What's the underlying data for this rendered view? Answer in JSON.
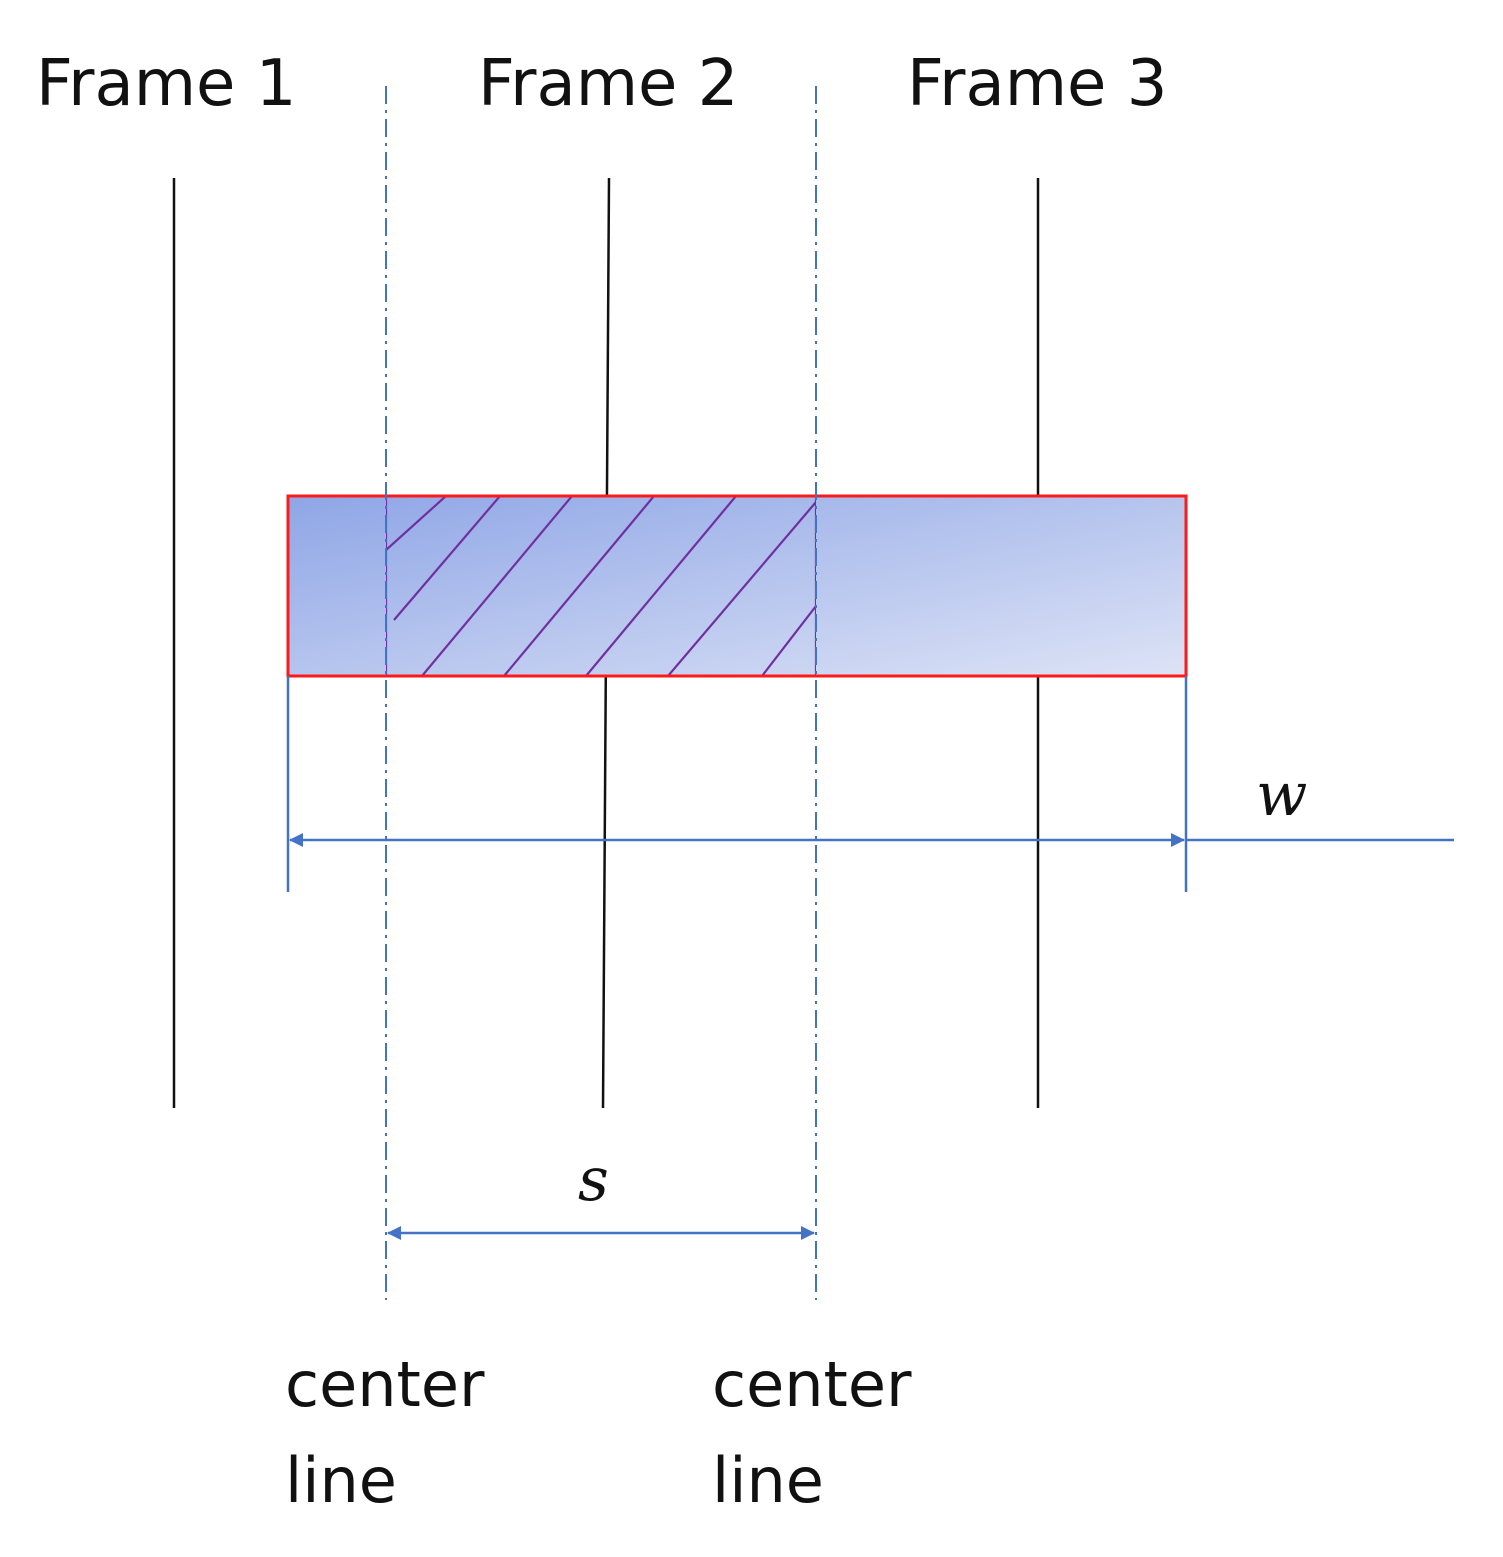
{
  "frames": [
    {
      "label": "Frame 1"
    },
    {
      "label": "Frame 2"
    },
    {
      "label": "Frame 3"
    }
  ],
  "dimensions": {
    "width_label": "w",
    "spacing_label": "s"
  },
  "center_lines": [
    {
      "line1": "center",
      "line2": "line"
    },
    {
      "line1": "center",
      "line2": "line"
    }
  ],
  "colors": {
    "frame_line": "#111111",
    "dimension": "#4472c4",
    "center_line": "#4472c4",
    "panel_border": "#ff1a1a",
    "panel_fill_start": "#8fa6e6",
    "panel_fill_end": "#dde3f6",
    "hatch": "#7030a0"
  }
}
